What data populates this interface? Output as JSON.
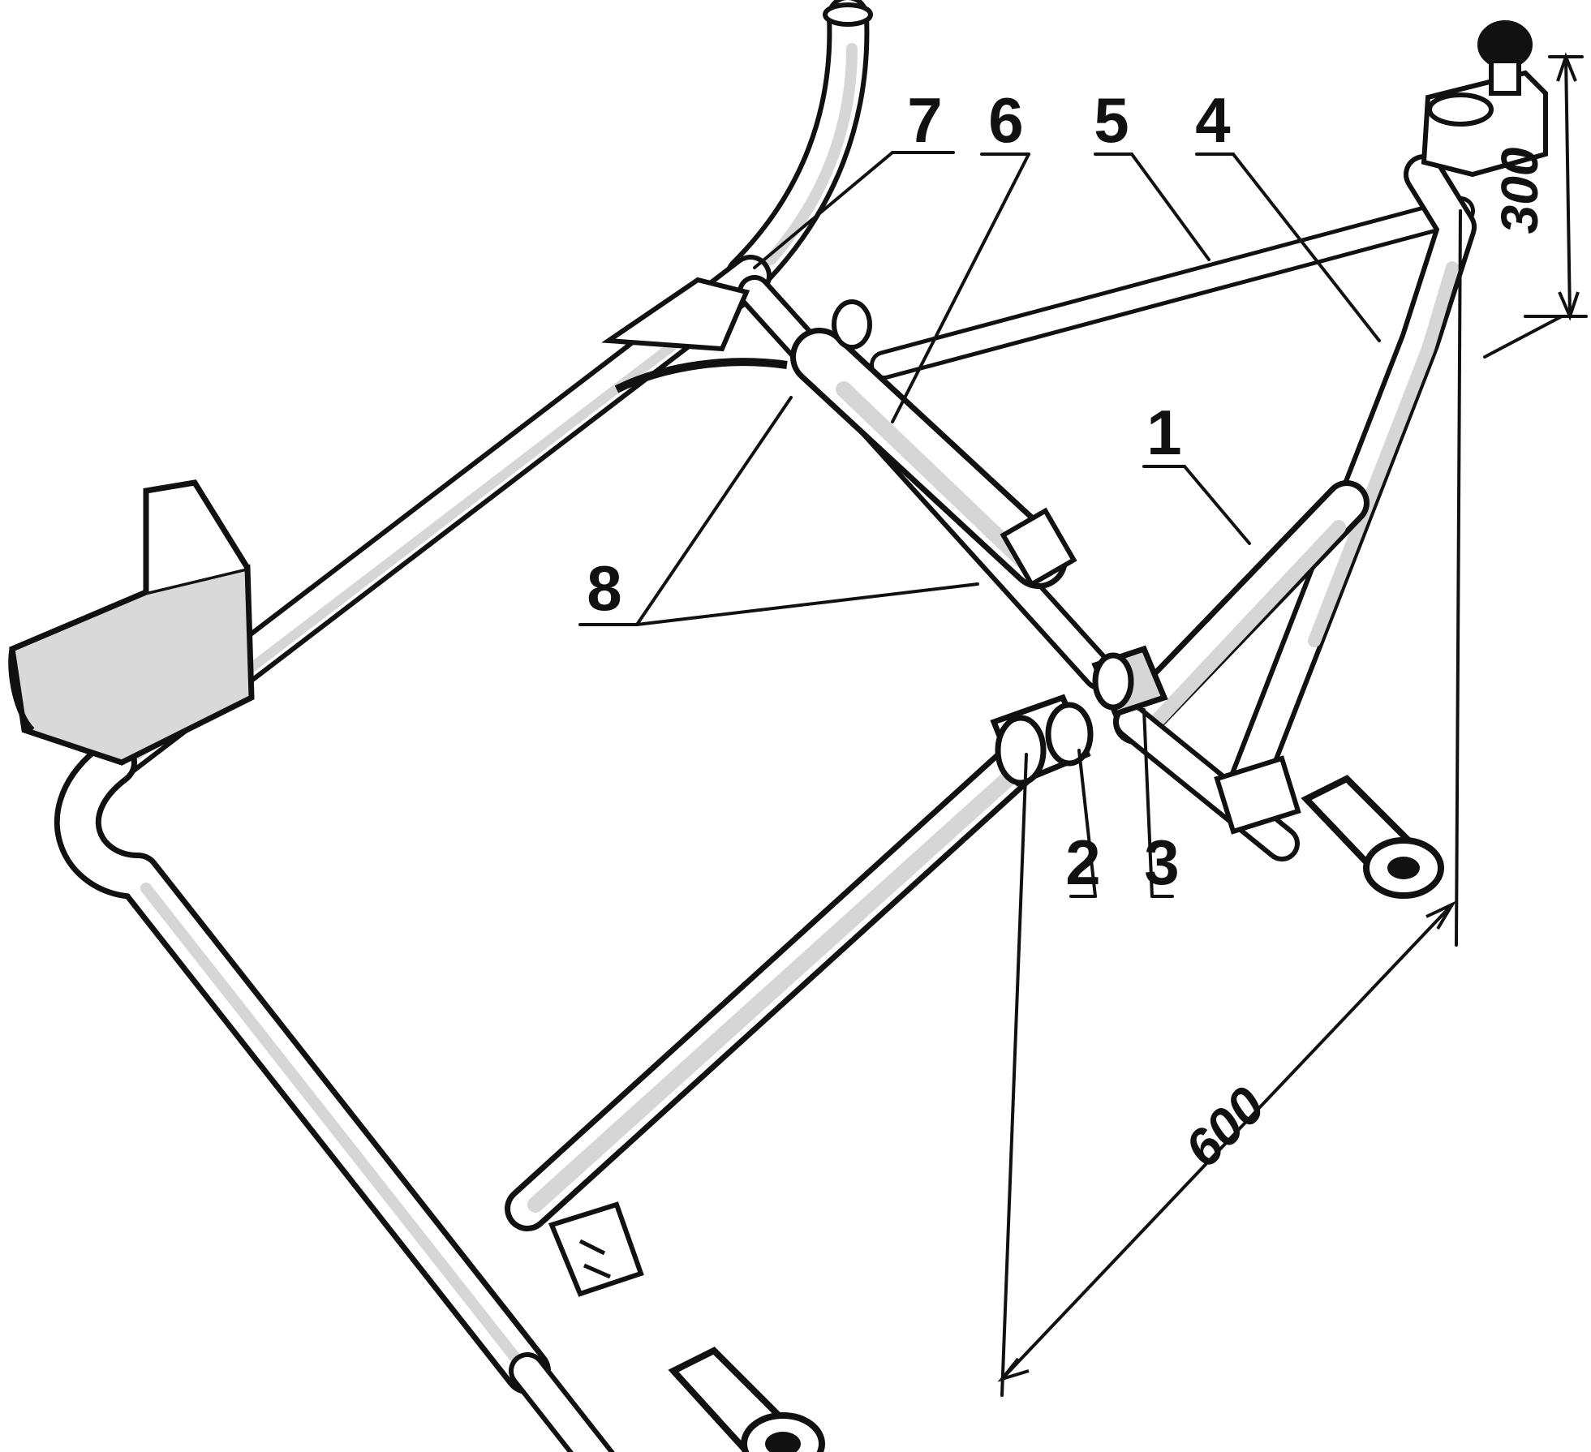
{
  "figure": {
    "callouts": [
      "1",
      "2",
      "3",
      "4",
      "5",
      "6",
      "7",
      "8"
    ],
    "dimensions": [
      "300",
      "600"
    ]
  },
  "colors": {
    "ink": "#111111",
    "tube_fill": "#ffffff",
    "shade": "#d6d6d6",
    "background": "#ffffff"
  }
}
